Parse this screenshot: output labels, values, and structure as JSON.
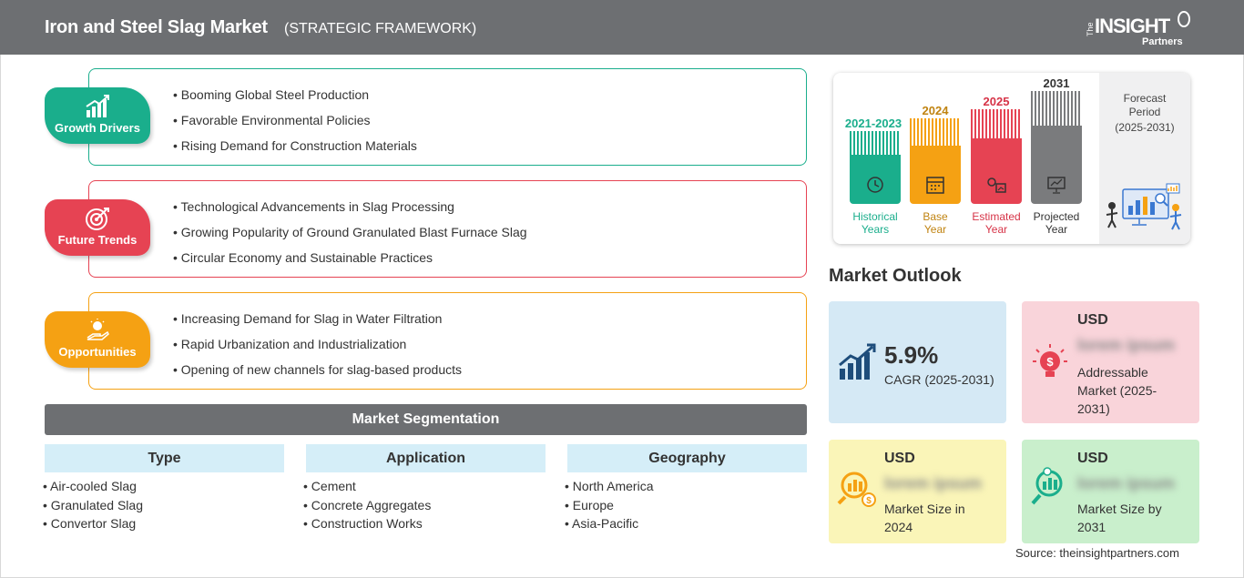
{
  "header": {
    "title": "Iron and Steel Slag Market",
    "subtitle": "(STRATEGIC FRAMEWORK)",
    "logo_the": "The",
    "logo_insight": "INSIGHT",
    "logo_partners": "Partners"
  },
  "framework": {
    "growth_drivers": {
      "label": "Growth Drivers",
      "color": "#1aae8c",
      "items": [
        "Booming Global Steel Production",
        "Favorable Environmental Policies",
        "Rising Demand for Construction Materials"
      ]
    },
    "future_trends": {
      "label": "Future Trends",
      "color": "#e64353",
      "items": [
        "Technological Advancements in Slag Processing",
        "Growing Popularity of Ground Granulated Blast Furnace Slag",
        "Circular Economy and Sustainable Practices"
      ]
    },
    "opportunities": {
      "label": "Opportunities",
      "color": "#f5a113",
      "items": [
        "Increasing Demand for Slag in Water Filtration",
        "Rapid Urbanization and Industrialization",
        "Opening of new channels for slag-based products"
      ]
    }
  },
  "segmentation": {
    "title": "Market Segmentation",
    "columns": [
      {
        "heading": "Type",
        "items": [
          "Air-cooled Slag",
          "Granulated Slag",
          "Convertor Slag"
        ]
      },
      {
        "heading": "Application",
        "items": [
          "Cement",
          "Concrete Aggregates",
          "Construction Works"
        ]
      },
      {
        "heading": "Geography",
        "items": [
          "North America",
          "Europe",
          "Asia-Pacific"
        ]
      }
    ]
  },
  "timeline": {
    "periods": [
      {
        "year": "2021-2023",
        "label_1": "Historical",
        "label_2": "Years",
        "color": "#1aae8c",
        "icon": "history-icon"
      },
      {
        "year": "2024",
        "label_1": "Base",
        "label_2": "Year",
        "color": "#f5a113",
        "icon": "calendar-icon"
      },
      {
        "year": "2025",
        "label_1": "Estimated",
        "label_2": "Year",
        "color": "#e64353",
        "icon": "gear-chart-icon"
      },
      {
        "year": "2031",
        "label_1": "Projected",
        "label_2": "Year",
        "color": "#7a7b7d",
        "icon": "presentation-icon"
      }
    ],
    "forecast_title_1": "Forecast",
    "forecast_title_2": "Period",
    "forecast_range": "(2025-2031)"
  },
  "outlook": {
    "title": "Market Outlook",
    "cagr": {
      "value": "5.9%",
      "label": "CAGR (2025-2031)",
      "color": "#d5e9f5"
    },
    "addressable": {
      "currency": "USD",
      "value": "lorem ipsum",
      "label_1": "Addressable",
      "label_2": "Market (2025-",
      "label_3": "2031)",
      "color": "#f9d4da"
    },
    "size_2024": {
      "currency": "USD",
      "value": "lorem ipsum",
      "label_1": "Market Size in",
      "label_2": "2024",
      "color": "#faf5b8"
    },
    "size_2031": {
      "currency": "USD",
      "value": "lorem ipsum",
      "label_1": "Market Size by",
      "label_2": "2031",
      "color": "#c9efcc"
    }
  },
  "source": "Source: theinsightpartners.com"
}
